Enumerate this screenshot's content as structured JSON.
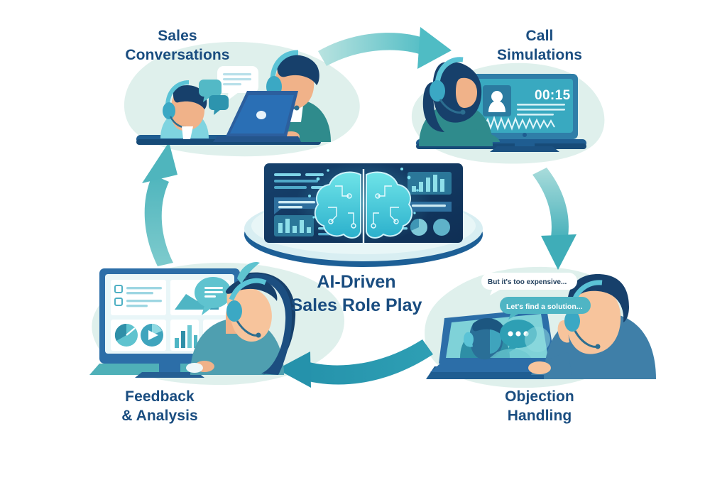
{
  "diagram": {
    "title": "AI-Driven\nSales Role Play",
    "background_color": "#ffffff",
    "label_color": "#1a4d80",
    "arrow_colors": {
      "top": "#6fc7c9",
      "right": "#5cc0c6",
      "bottom": "#2196ab",
      "left": "#4fb5bd"
    },
    "blob_color": "#dff0ec",
    "accent_teal": "#3fa9bd",
    "panel_dark": "#123a63"
  },
  "nodes": [
    {
      "id": "sales-conversations",
      "label": "Sales\nConversations",
      "position": "top-left",
      "scene": "two agents with headsets talking at a laptop with chat bubbles"
    },
    {
      "id": "call-simulations",
      "label": "Call\nSimulations",
      "position": "top-right",
      "scene": "agent with headset facing a monitor showing a call timer and waveform",
      "screen": {
        "timer": "00:15",
        "avatar": "user-avatar-icon",
        "waveform": "audio-waveform"
      }
    },
    {
      "id": "objection-handling",
      "label": "Objection\nHandling",
      "position": "bottom-right",
      "scene": "man with headset at a laptop video call with speech bubbles",
      "bubbles": [
        {
          "id": "objection",
          "text": "But it's too expensive...",
          "style": "white"
        },
        {
          "id": "solution",
          "text": "Let's find a solution...",
          "style": "teal"
        }
      ]
    },
    {
      "id": "feedback-analysis",
      "label": "Feedback\n& Analysis",
      "position": "bottom-left",
      "scene": "woman with headset viewing an analytics dashboard monitor",
      "screen_widgets": [
        "checklist",
        "area-chart",
        "chat-bubble",
        "gauge-chart",
        "pie-chart",
        "bar-chart",
        "bar-chart"
      ]
    }
  ],
  "center": {
    "id": "ai-core",
    "title": "AI-Driven\nSales Role Play",
    "scene": "dark dashboard panel with glowing circuit brain on an elliptical platform",
    "widgets": [
      "text-lines",
      "bar-chart",
      "bar-chart",
      "pie-chart",
      "pie-chart",
      "text-lines"
    ]
  },
  "flow": [
    {
      "from": "sales-conversations",
      "to": "call-simulations",
      "direction": "right"
    },
    {
      "from": "call-simulations",
      "to": "objection-handling",
      "direction": "down"
    },
    {
      "from": "objection-handling",
      "to": "feedback-analysis",
      "direction": "left"
    },
    {
      "from": "feedback-analysis",
      "to": "sales-conversations",
      "direction": "up"
    }
  ]
}
